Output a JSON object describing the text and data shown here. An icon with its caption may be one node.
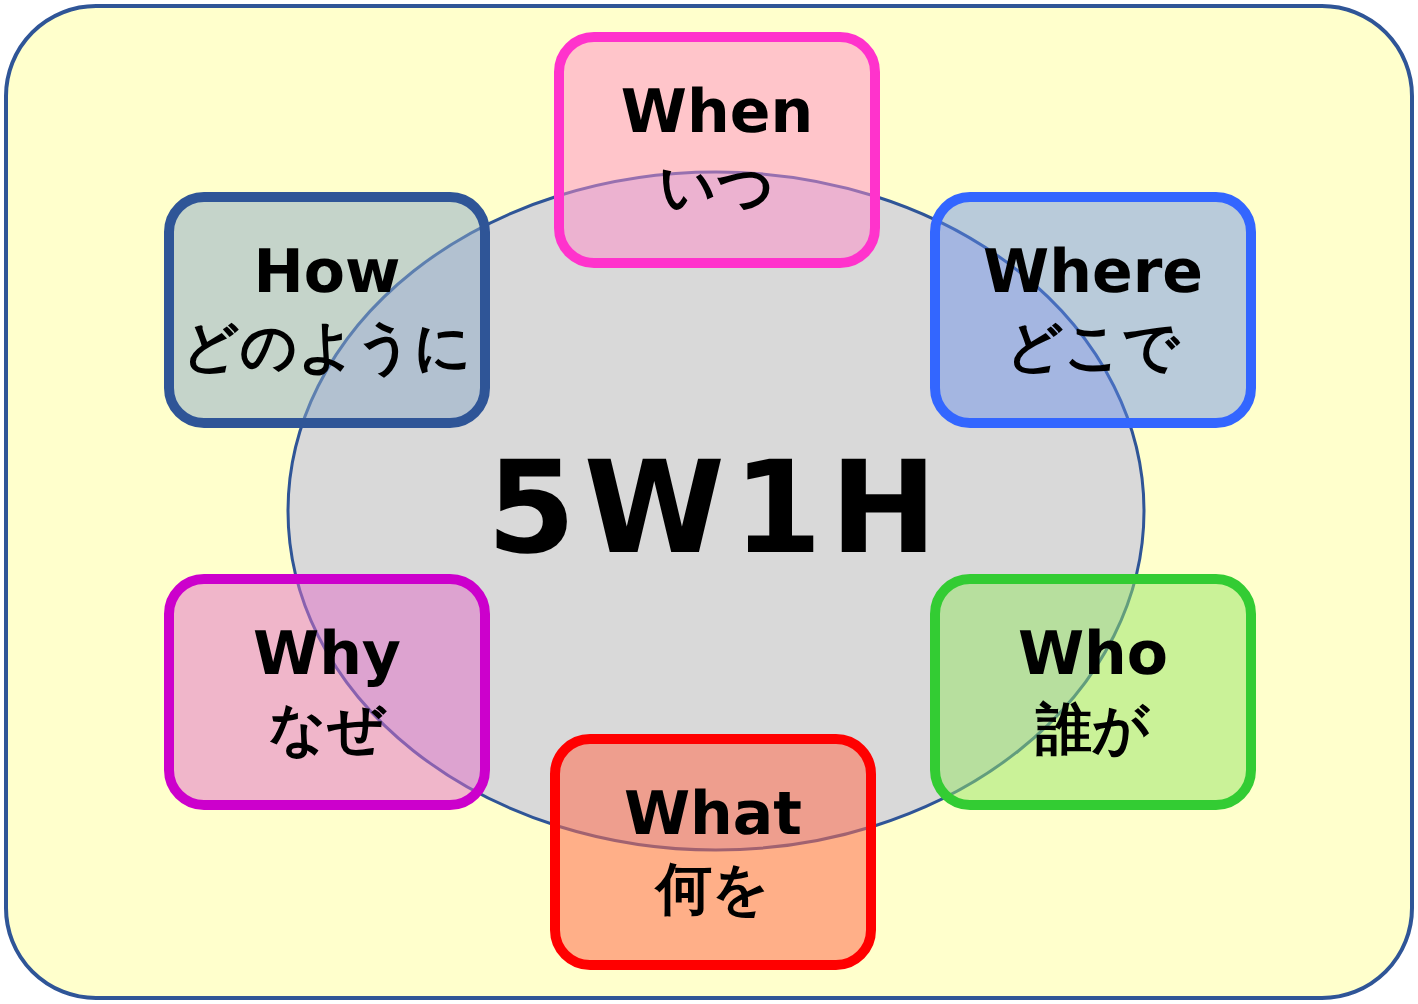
{
  "diagram": {
    "nodes": [
      {
        "text": [
          "5W1H"
        ]
      },
      {
        "text": [
          "When",
          "いつ"
        ]
      },
      {
        "text": [
          "Where",
          "どこで"
        ]
      },
      {
        "text": [
          "Who",
          "誰が"
        ]
      },
      {
        "text": [
          "What",
          "何を"
        ]
      },
      {
        "text": [
          "Why",
          "なぜ"
        ]
      },
      {
        "text": [
          "How",
          "どのように"
        ]
      }
    ]
  }
}
